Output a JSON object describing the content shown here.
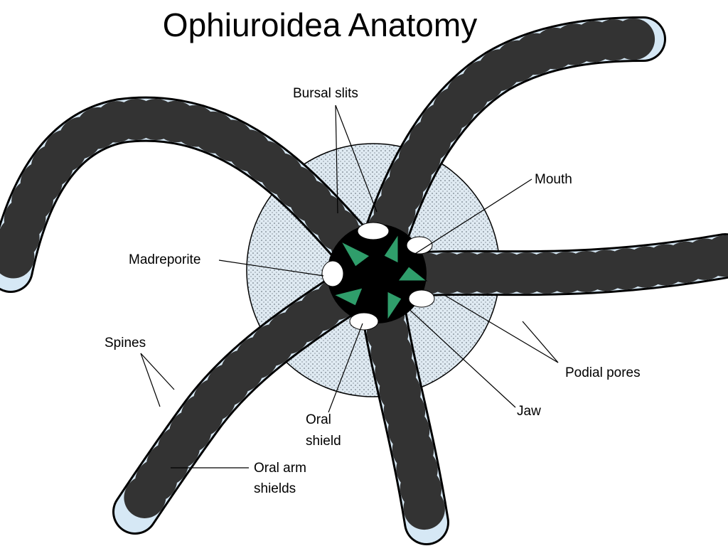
{
  "title": "Ophiuroidea Anatomy",
  "labels": {
    "bursal_slits": "Bursal slits",
    "mouth": "Mouth",
    "madreporite": "Madreporite",
    "spines": "Spines",
    "podial_pores": "Podial pores",
    "jaw": "Jaw",
    "oral_shield_line1": "Oral",
    "oral_shield_line2": "shield",
    "oral_arm_shields_line1": "Oral arm",
    "oral_arm_shields_line2": "shields"
  },
  "colors": {
    "arm_fill": "#d6e8f5",
    "disc_fill": "#dfeaf2",
    "jaw_fill": "#2f9e6b",
    "outline": "#000000",
    "background": "#ffffff"
  },
  "arms": [
    "arm-upper-left",
    "arm-upper-right",
    "arm-right",
    "arm-bottom",
    "arm-lower-left"
  ]
}
